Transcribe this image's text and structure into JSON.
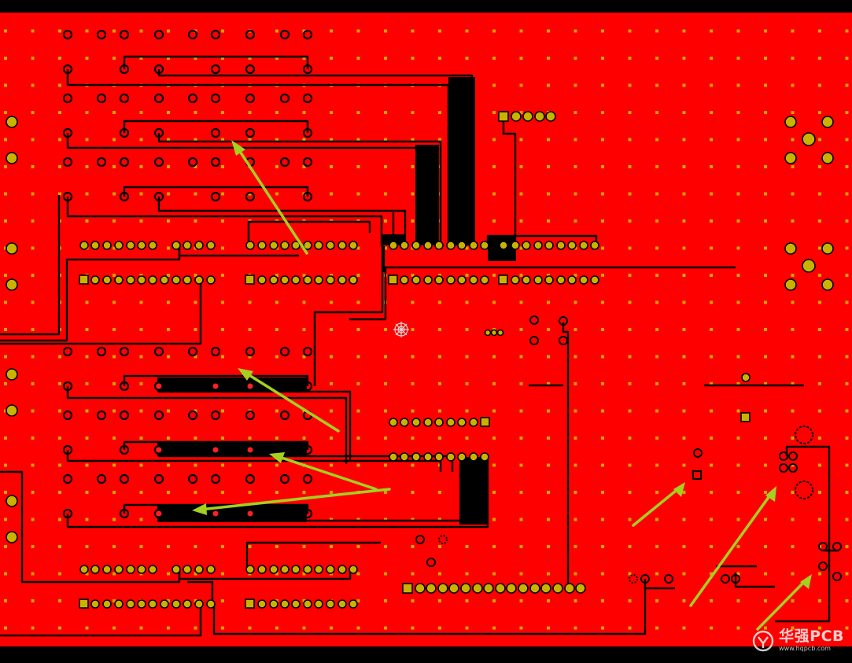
{
  "editor": {
    "view": "pcb-copper-layer",
    "colors": {
      "background": "#000000",
      "copper_pour": "#ff0000",
      "trace_clearance": "#000000",
      "pad_fill": "#b8a800",
      "via_fill": "#c8b400",
      "highlight_arrow": "#a4d020",
      "origin_marker": "#cfcfcf"
    },
    "icons": [
      "origin-crosshair-icon",
      "annotation-arrow-icon",
      "watermark-logo-icon"
    ]
  },
  "watermark": {
    "brand": "华强PCB",
    "url": "www.hqpcb.com"
  }
}
